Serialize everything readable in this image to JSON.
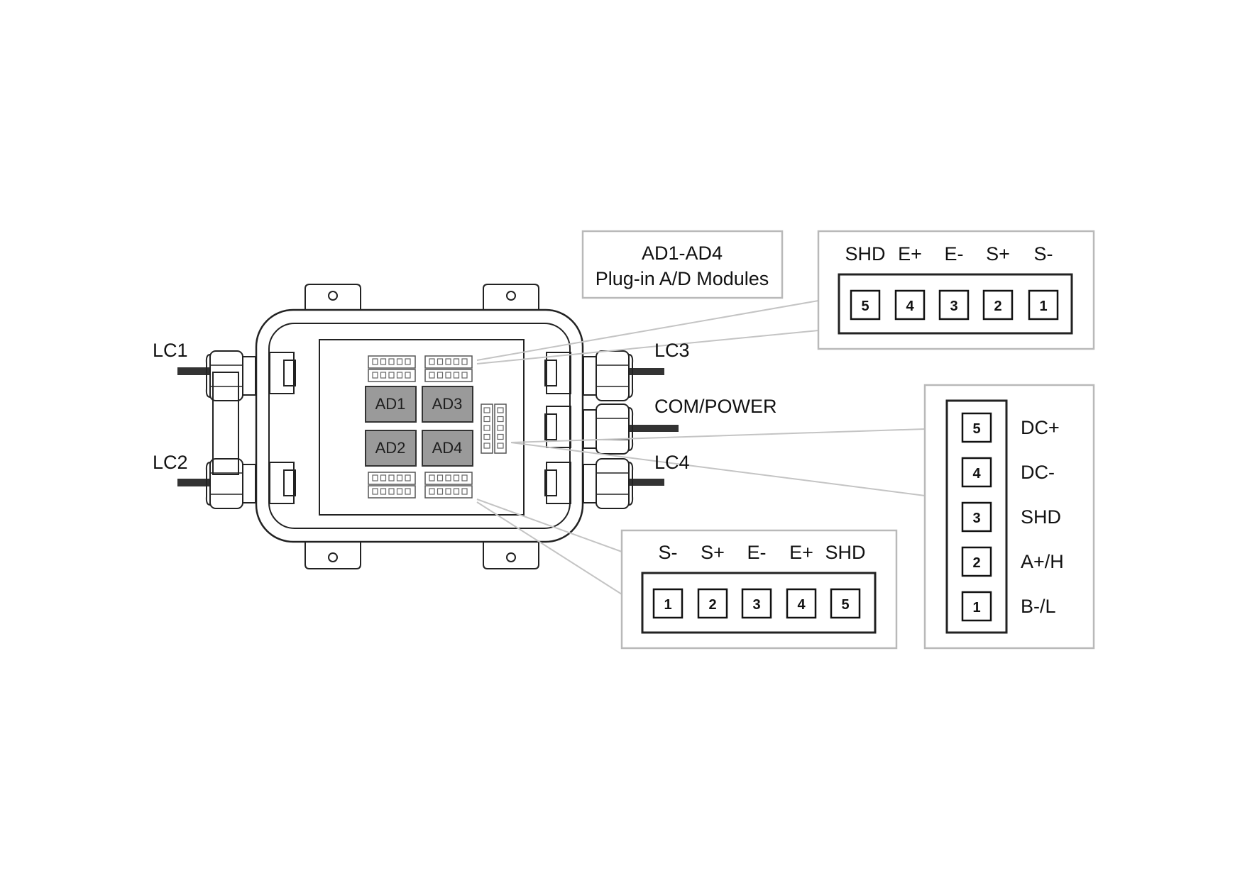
{
  "colors": {
    "outline": "#222222",
    "callout_border": "#b9b9b9",
    "module_fill": "#9a9a9a",
    "background": "#ffffff"
  },
  "ports": {
    "lc1": "LC1",
    "lc2": "LC2",
    "lc3": "LC3",
    "lc4": "LC4",
    "com_power": "COM/POWER"
  },
  "modules": {
    "ad1": "AD1",
    "ad2": "AD2",
    "ad3": "AD3",
    "ad4": "AD4"
  },
  "ad_note": {
    "line1": "AD1-AD4",
    "line2": "Plug-in A/D Modules"
  },
  "top_terminal": {
    "labels": [
      "SHD",
      "E+",
      "E-",
      "S+",
      "S-"
    ],
    "pins": [
      "5",
      "4",
      "3",
      "2",
      "1"
    ]
  },
  "bottom_terminal": {
    "labels": [
      "S-",
      "S+",
      "E-",
      "E+",
      "SHD"
    ],
    "pins": [
      "1",
      "2",
      "3",
      "4",
      "5"
    ]
  },
  "power_terminal": {
    "labels": [
      "DC+",
      "DC-",
      "SHD",
      "A+/H",
      "B-/L"
    ],
    "pins": [
      "5",
      "4",
      "3",
      "2",
      "1"
    ]
  }
}
